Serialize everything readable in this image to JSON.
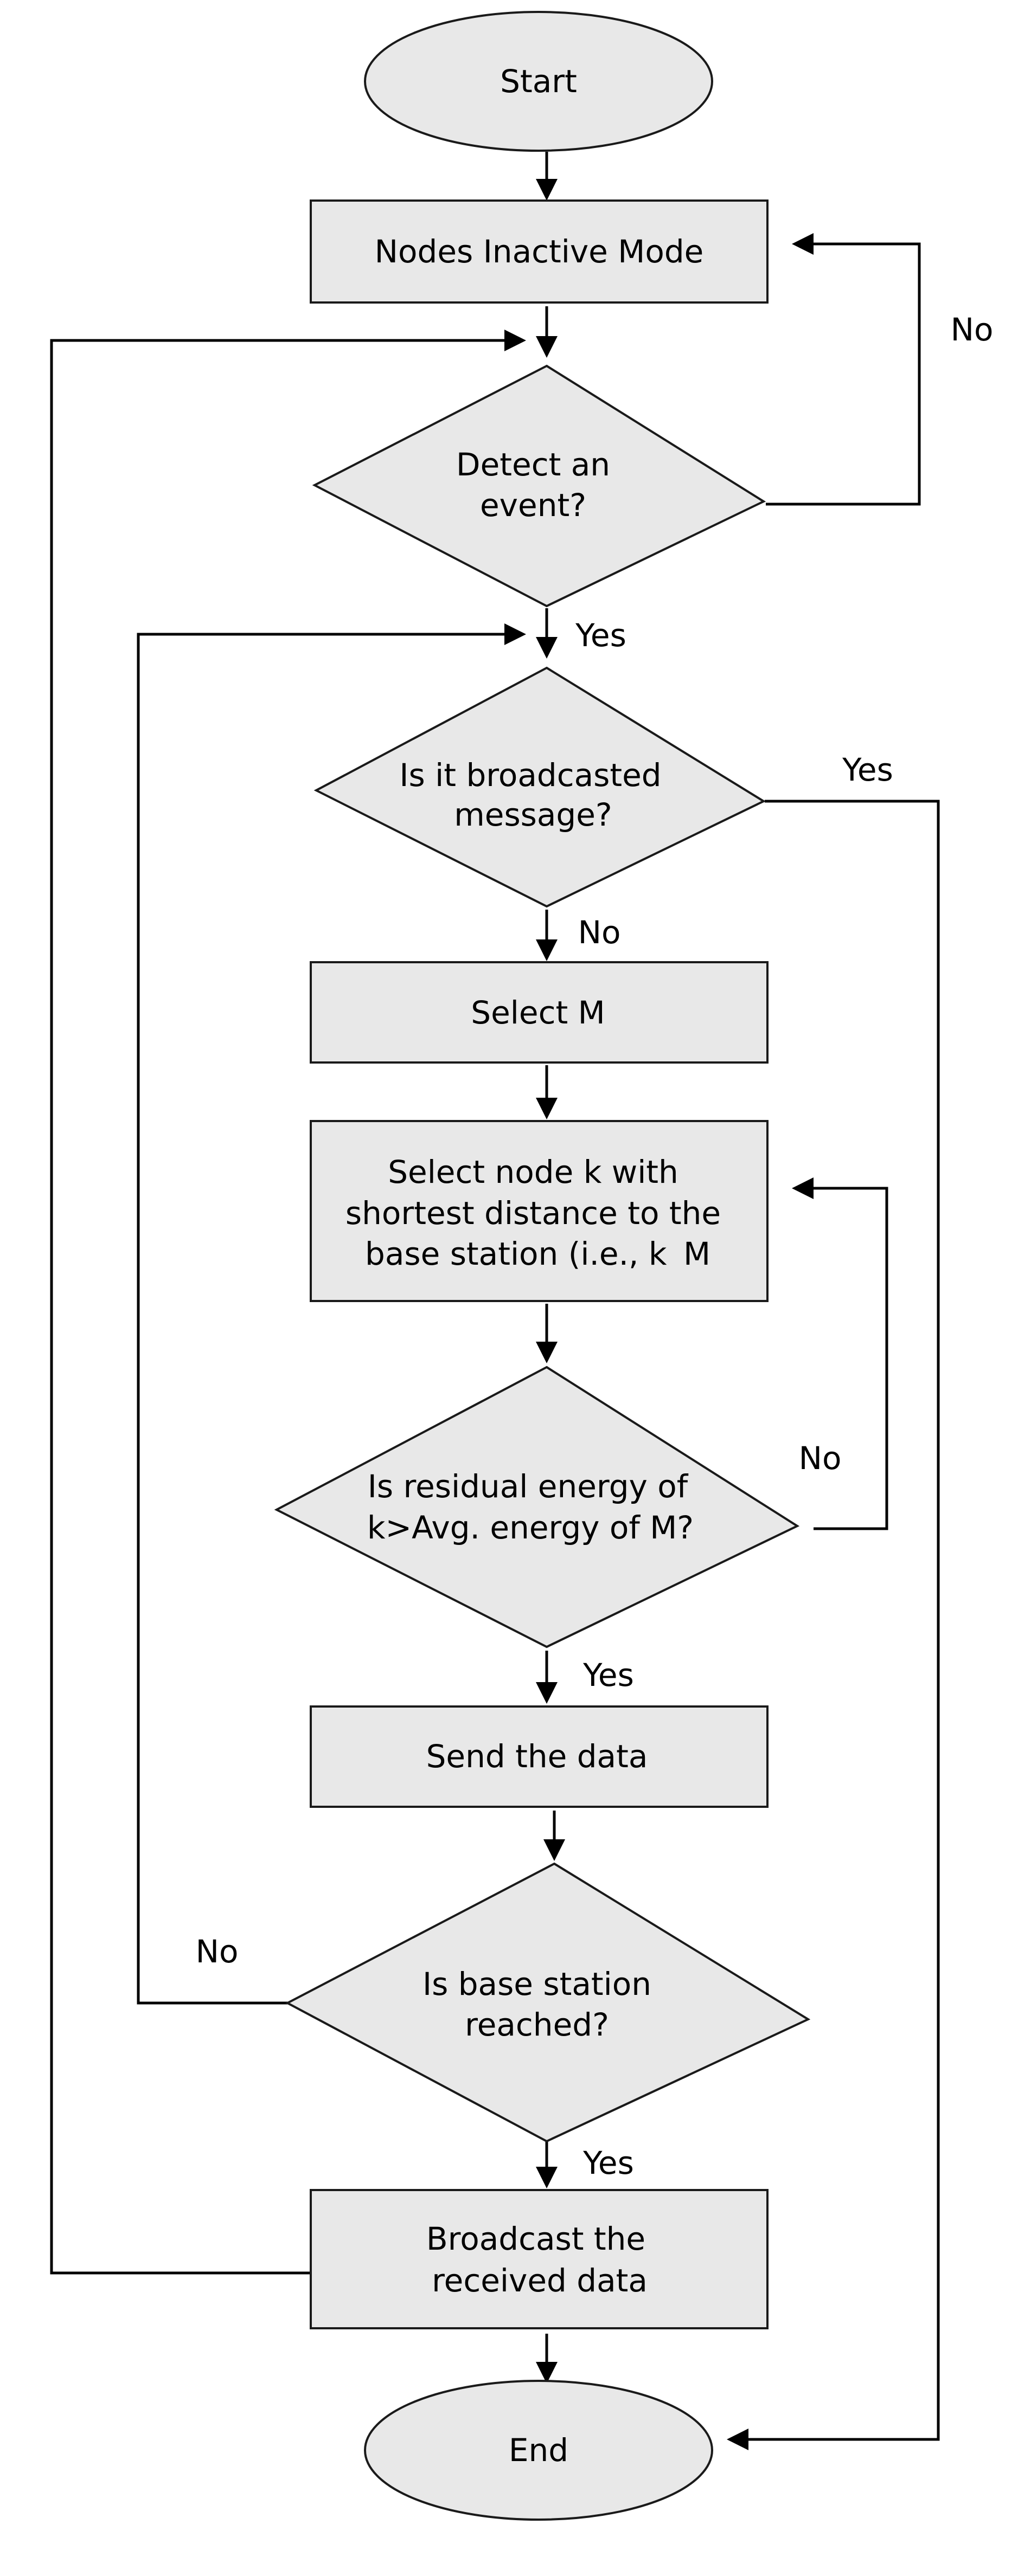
{
  "nodes": {
    "start": "Start",
    "inactive": "Nodes Inactive Mode",
    "detect": [
      "Detect an",
      "event?"
    ],
    "broadcasted": [
      "Is it broadcasted",
      "message?"
    ],
    "select_m": "Select M",
    "select_k": [
      "Select node k with",
      "shortest distance to the",
      "base station (i.e., k",
      "M"
    ],
    "residual": [
      "Is residual energy of",
      "k>Avg. energy of M?"
    ],
    "send": "Send the data",
    "reached": [
      "Is base station",
      "reached?"
    ],
    "broadcast": [
      "Broadcast the",
      "received data"
    ],
    "end": "End"
  },
  "edge_labels": {
    "detect_no": "No",
    "detect_yes": "Yes",
    "broadcasted_yes": "Yes",
    "broadcasted_no": "No",
    "residual_no": "No",
    "residual_yes": "Yes",
    "reached_no": "No",
    "reached_yes": "Yes"
  },
  "colors": {
    "fill": "#e8e8e8",
    "stroke": "#1a1a1a",
    "line": "#000000"
  }
}
